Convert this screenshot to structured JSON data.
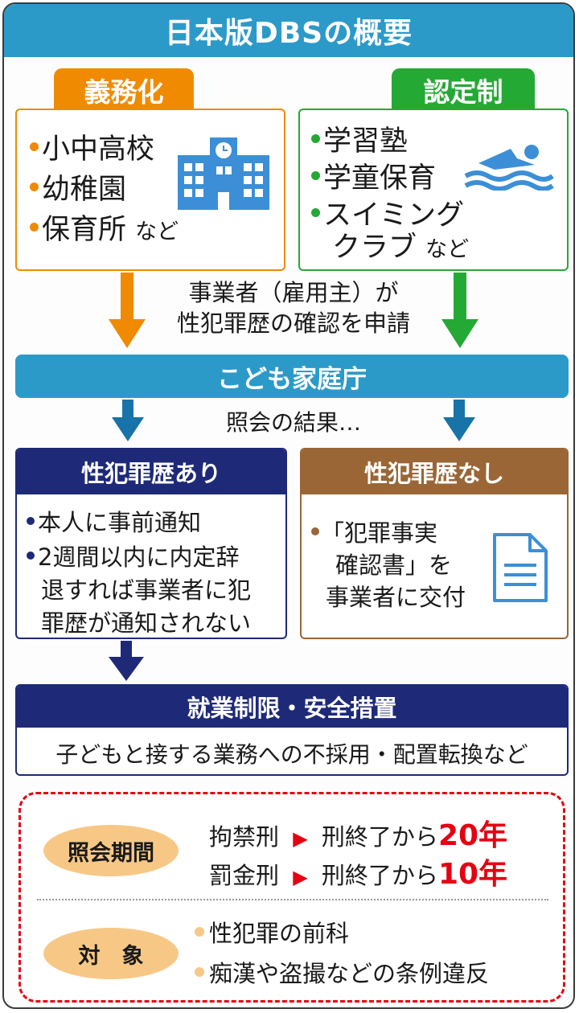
{
  "title": "日本版DBSの概要",
  "mandatory": {
    "label": "義務化",
    "items": [
      "小中高校",
      "幼稚園",
      "保育所"
    ],
    "suffix": "など",
    "icon": "school-building-icon"
  },
  "certified": {
    "label": "認定制",
    "items": [
      "学習塾",
      "学童保育",
      "スイミング",
      "クラブ"
    ],
    "suffix": "など",
    "icon": "swimmer-icon"
  },
  "application_text": [
    "事業者（雇用主）が",
    "性犯罪歴の確認を申請"
  ],
  "agency": "こども家庭庁",
  "inquiry_result": "照会の結果…",
  "with_record": {
    "label": "性犯罪歴あり",
    "items": [
      [
        "本人に事前通知"
      ],
      [
        "2週間以内に内定辞",
        "退すれば事業者に犯",
        "罪歴が通知されない"
      ]
    ]
  },
  "without_record": {
    "label": "性犯罪歴なし",
    "lines": [
      "「犯罪事実",
      "確認書」を",
      "事業者に交付"
    ],
    "icon": "document-icon"
  },
  "restriction": {
    "label": "就業制限・安全措置",
    "text": "子どもと接する業務への不採用・配置転換など"
  },
  "period": {
    "label": "照会期間",
    "rows": [
      {
        "penalty": "拘禁刑",
        "from": "刑終了から",
        "years": "20年"
      },
      {
        "penalty": "罰金刑",
        "from": "刑終了から",
        "years": "10年"
      }
    ]
  },
  "target": {
    "label": "対　象",
    "items": [
      "性犯罪の前科",
      "痴漢や盗撮などの条例違反"
    ]
  },
  "colors": {
    "header": "#2c9ac9",
    "orange": "#f08a00",
    "green": "#25a935",
    "navy": "#1e2a78",
    "brown": "#9a6636",
    "red": "#e60012",
    "ellipse": "#f7c885"
  }
}
